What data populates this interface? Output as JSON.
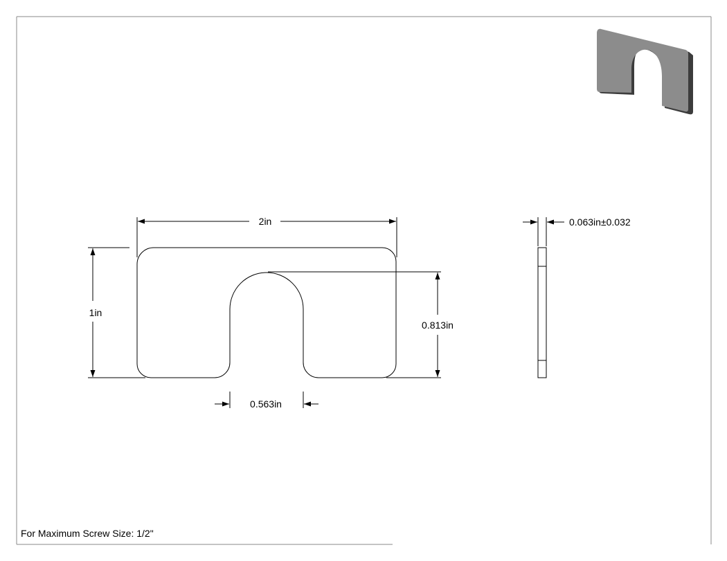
{
  "drawing": {
    "note": "For Maximum Screw Size: 1/2\"",
    "dimensions": {
      "overall_width": "2in",
      "overall_height": "1in",
      "slot_depth": "0.813in",
      "slot_width": "0.563in",
      "thickness": "0.063in±0.032"
    },
    "colors": {
      "line": "#000000",
      "border": "#8a8a8a",
      "iso_face": "#8c8c8c",
      "iso_edge": "#3c3c3c"
    }
  }
}
